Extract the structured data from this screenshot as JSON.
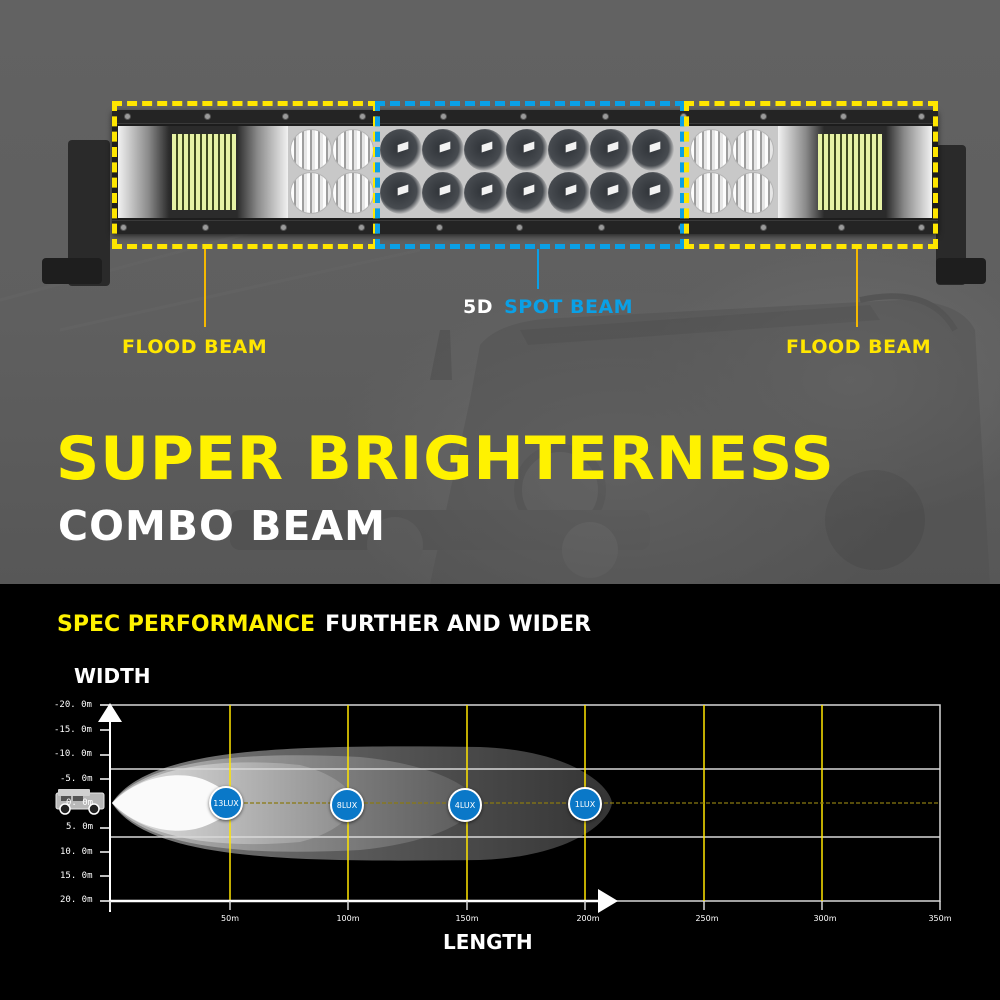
{
  "product_diagram": {
    "zones": [
      {
        "id": "flood-left",
        "label": "FLOOD BEAM",
        "color": "#ffe600"
      },
      {
        "id": "spot-center",
        "label_prefix": "5D",
        "label": "SPOT BEAM",
        "color": "#0aa0e6"
      },
      {
        "id": "flood-right",
        "label": "FLOOD BEAM",
        "color": "#ffe600"
      }
    ]
  },
  "headline": {
    "title": "SUPER BRIGHTERNESS",
    "subtitle": "COMBO BEAM",
    "title_color": "#fff200",
    "subtitle_color": "#ffffff"
  },
  "spec": {
    "label": "SPEC PERFORMANCE",
    "tagline": "FURTHER AND WIDER"
  },
  "chart_data": {
    "type": "area",
    "title": "SPEC PERFORMANCE  FURTHER AND WIDER",
    "xlabel": "LENGTH",
    "ylabel": "WIDTH",
    "x_ticks": [
      "50m",
      "100m",
      "150m",
      "200m",
      "250m",
      "300m",
      "350m"
    ],
    "y_ticks": [
      "-20. 0m",
      "-15. 0m",
      "-10. 0m",
      "-5. 0m",
      "0. 0m",
      "5. 0m",
      "10. 0m",
      "15. 0m",
      "20. 0m"
    ],
    "xlim": [
      0,
      350
    ],
    "ylim": [
      -20,
      20
    ],
    "grid": true,
    "x_gridline_color": "#ffe600",
    "beam_band_width_m": [
      -7,
      7
    ],
    "lux_markers": [
      {
        "label": "13LUX",
        "distance_m": 50,
        "lux": 13
      },
      {
        "label": "8LUX",
        "distance_m": 100,
        "lux": 8
      },
      {
        "label": "4LUX",
        "distance_m": 150,
        "lux": 4
      },
      {
        "label": "1LUX",
        "distance_m": 200,
        "lux": 1
      }
    ],
    "series": [
      {
        "name": "13 lux beam",
        "max_length_m": 50,
        "max_half_width_m": 5.5
      },
      {
        "name": "8 lux beam",
        "max_length_m": 100,
        "max_half_width_m": 7.5
      },
      {
        "name": "4 lux beam",
        "max_length_m": 150,
        "max_half_width_m": 9
      },
      {
        "name": "1 lux beam",
        "max_length_m": 200,
        "max_half_width_m": 9.5
      }
    ],
    "marker_color": "#0a78c8"
  }
}
